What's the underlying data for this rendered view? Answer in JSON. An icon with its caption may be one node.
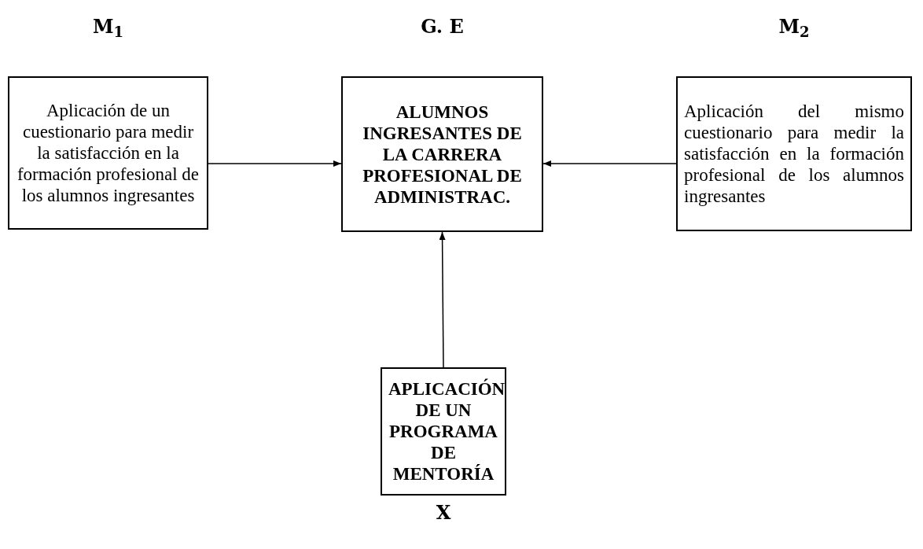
{
  "diagram": {
    "nodes": [
      {
        "text": [
          "M$_{1}$",
          "Aplicación de un cuestionario para medir la satisfacción en la formación profesional de los alumnos ingresantes"
        ]
      },
      {
        "text": [
          "G. E",
          "ALUMNOS INGRESANTES DE LA CARRERA PROFESIONAL DE ADMINISTRAC."
        ]
      },
      {
        "text": [
          "M$_{2}$",
          "Aplicación del mismo cuestionario para medir la satisfacción en la formación profesional de los alumnos ingresantes"
        ]
      },
      {
        "text": [
          "APLICACIÓN DE UN PROGRAMA DE MENTORÍA",
          "X"
        ]
      }
    ],
    "edges": [
      {
        "from": 0,
        "to": 1,
        "arrow": "to"
      },
      {
        "from": 2,
        "to": 1,
        "arrow": "to"
      },
      {
        "from": 3,
        "to": 1,
        "arrow": "to"
      }
    ]
  }
}
